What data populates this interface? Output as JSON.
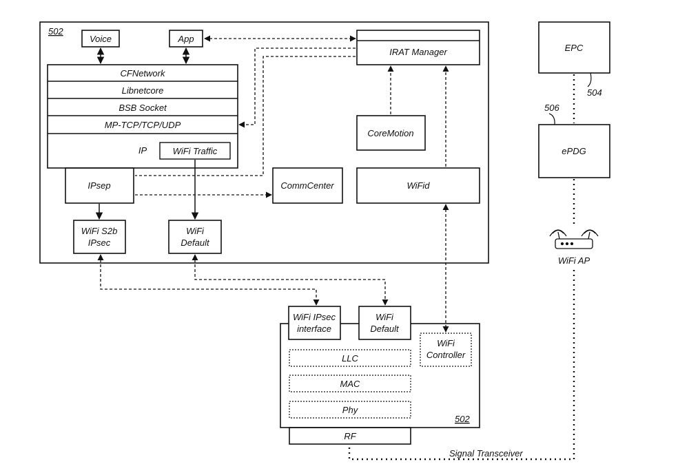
{
  "labels": {
    "host_ref": "502",
    "voice": "Voice",
    "app": "App",
    "cfnetwork": "CFNetwork",
    "libnetcore": "Libnetcore",
    "bsb_socket": "BSB Socket",
    "mptcp": "MP-TCP/TCP/UDP",
    "ip": "IP",
    "wifi_traffic": "WiFi Traffic",
    "ipsep": "IPsep",
    "commcenter": "CommCenter",
    "irat_manager": "IRAT Manager",
    "coremotion": "CoreMotion",
    "wifid": "WiFid",
    "wifi_s2b_1": "WiFi S2b",
    "wifi_s2b_2": "IPsec",
    "wifi_default_1": "WiFi",
    "wifi_default_2": "Default",
    "epc": "EPC",
    "epc_ref": "504",
    "epdg": "ePDG",
    "epdg_ref": "506",
    "wifi_ap": "WiFi AP",
    "ipsec_iface_1": "WiFi IPsec",
    "ipsec_iface_2": "interface",
    "bb_default_1": "WiFi",
    "bb_default_2": "Default",
    "controller_1": "WiFi",
    "controller_2": "Controller",
    "llc": "LLC",
    "mac": "MAC",
    "phy": "Phy",
    "baseband_ref": "502",
    "rf": "RF",
    "signal_transceiver": "Signal Transceiver"
  }
}
